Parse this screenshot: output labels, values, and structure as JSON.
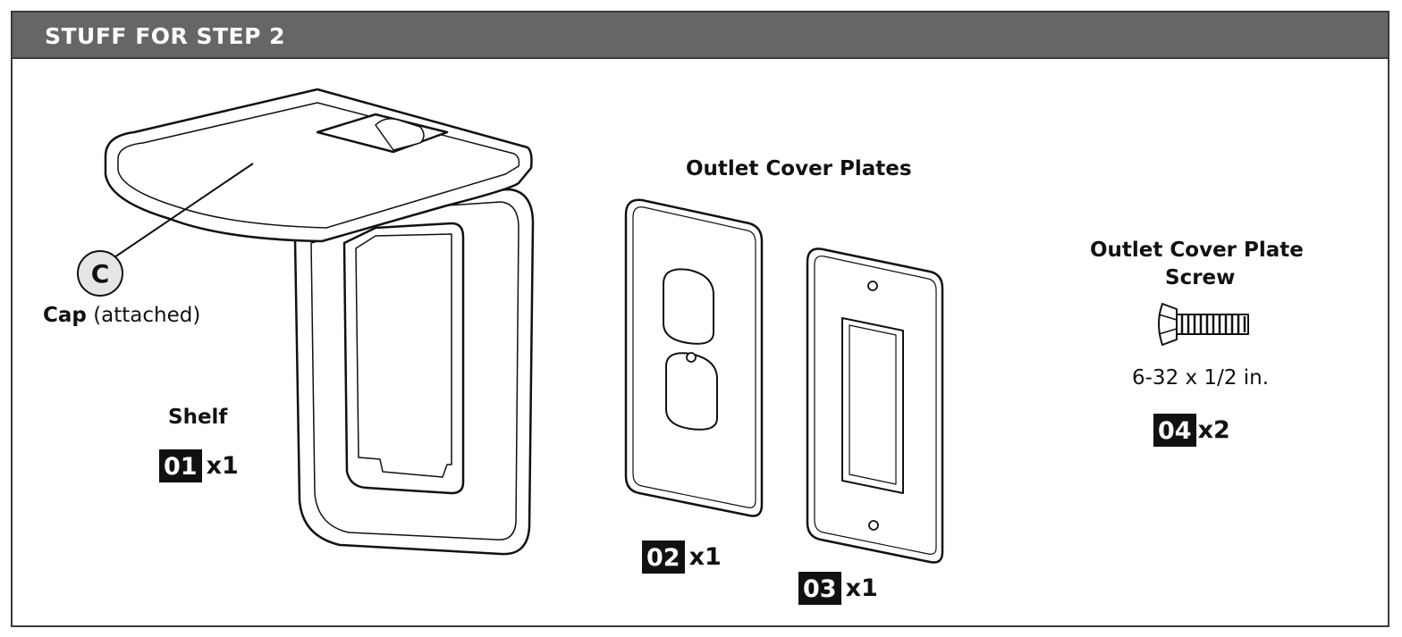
{
  "header": {
    "title": "STUFF FOR STEP 2"
  },
  "callout": {
    "letter": "C",
    "name": "Cap",
    "note": "(attached)"
  },
  "parts": [
    {
      "number": "01",
      "qty": "x1",
      "name": "Shelf"
    },
    {
      "number": "02",
      "qty": "x1"
    },
    {
      "number": "03",
      "qty": "x1"
    },
    {
      "number": "04",
      "qty": "x2",
      "name_line1": "Outlet Cover Plate",
      "name_line2": "Screw",
      "spec": "6-32 x 1/2 in."
    }
  ],
  "group_title": "Outlet Cover Plates",
  "colors": {
    "header_bg": "#666666",
    "border": "#3a3a3a",
    "number_box": "#111111",
    "callout_fill": "#e6e6e6"
  }
}
